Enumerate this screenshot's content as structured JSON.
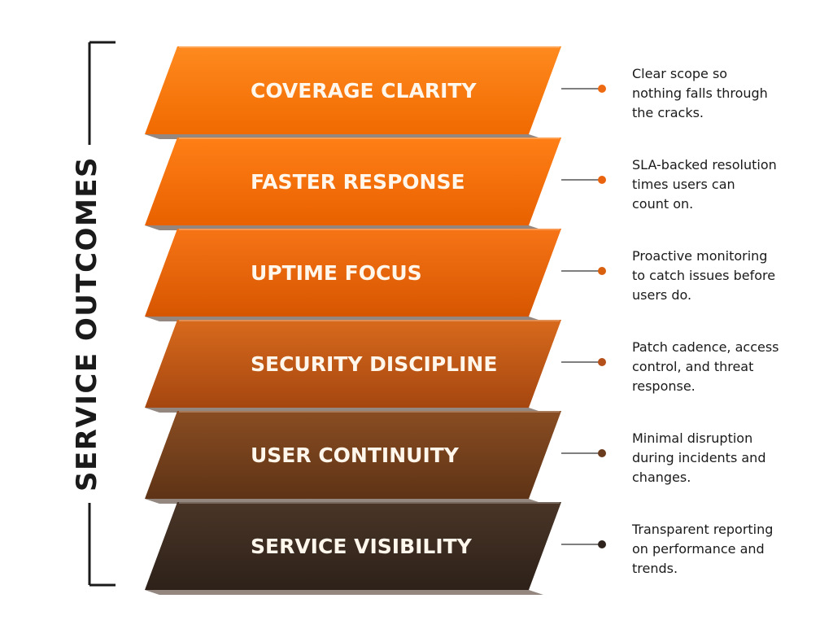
{
  "side_title": "SERVICE OUTCOMES",
  "bands": [
    {
      "label": "COVERAGE CLARITY",
      "color_top": "#ff8a1f",
      "color_bottom": "#f06a00",
      "dot": "#ee6a12"
    },
    {
      "label": "FASTER RESPONSE",
      "color_top": "#ff7f16",
      "color_bottom": "#e96100",
      "dot": "#ea6410"
    },
    {
      "label": "UPTIME FOCUS",
      "color_top": "#f77416",
      "color_bottom": "#d65600",
      "dot": "#d8600f"
    },
    {
      "label": "SECURITY DISCIPLINE",
      "color_top": "#d86a1c",
      "color_bottom": "#a54610",
      "dot": "#b4501a"
    },
    {
      "label": "USER CONTINUITY",
      "color_top": "#8a4d22",
      "color_bottom": "#5e3316",
      "dot": "#6b3b1e"
    },
    {
      "label": "SERVICE VISIBILITY",
      "color_top": "#4a3527",
      "color_bottom": "#2d2119",
      "dot": "#2e241d"
    }
  ],
  "descriptions": [
    {
      "lines": [
        "Clear scope so",
        "nothing falls through",
        "the cracks."
      ]
    },
    {
      "lines": [
        "SLA-backed resolution",
        "times users can",
        "count on."
      ]
    },
    {
      "lines": [
        "Proactive monitoring",
        "to catch issues before",
        "users do."
      ]
    },
    {
      "lines": [
        "Patch cadence, access",
        "control, and threat",
        "response."
      ]
    },
    {
      "lines": [
        "Minimal disruption",
        "during incidents and",
        "changes."
      ]
    },
    {
      "lines": [
        "Transparent reporting",
        "on performance and",
        "trends."
      ]
    }
  ]
}
